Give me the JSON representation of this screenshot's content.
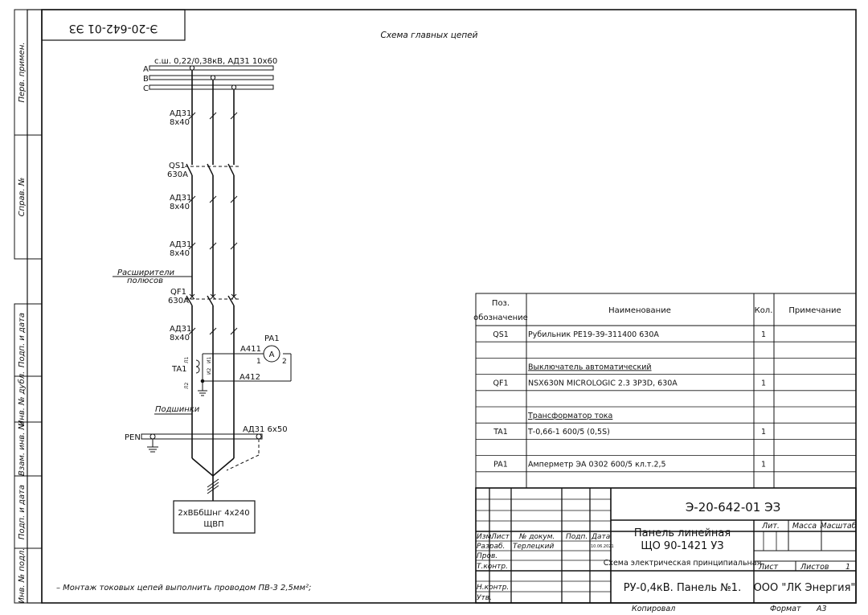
{
  "stamp_code_rotated": "Э-20-642-01 ЭЗ",
  "sheet_title": "Схема главных цепей",
  "side_labels": [
    "Перв. примен.",
    "Справ. №",
    "Подп. и дата",
    "Инв. № дубл.",
    "Взам. инв. №",
    "Подп. и дата",
    "Инв. № подл."
  ],
  "busbar": {
    "label": "с.ш. 0,22/0,38кВ, АД31 10х60",
    "phases": [
      "A",
      "B",
      "C"
    ]
  },
  "schematic": {
    "cable1": [
      "АД31",
      "8х40"
    ],
    "qs1": [
      "QS1",
      "630А"
    ],
    "cable2": [
      "АД31",
      "8х40"
    ],
    "cable3": [
      "АД31",
      "8х40"
    ],
    "expanders": [
      "Расширители",
      "полюсов"
    ],
    "qf1": [
      "QF1",
      "630А"
    ],
    "cable4": [
      "АД31",
      "8х40"
    ],
    "pa1": "PA1",
    "ammeter_symbol": "A",
    "pin1": "1",
    "pin2": "2",
    "a411": "А411",
    "a412": "А412",
    "ta1": "TA1",
    "ta_terminals": [
      "И1",
      "И2",
      "Л1",
      "Л2"
    ],
    "bushings": "Подшинки",
    "pen": "PEN",
    "pen_cable": "АД31 6х50",
    "outgoing_cable": [
      "2хВБбШнг 4х240",
      "ЩВП"
    ]
  },
  "note": "– Монтаж токовых цепей выполнить проводом ПВ-3 2,5мм²;",
  "spec_table": {
    "headers": {
      "pos": [
        "Поз.",
        "обозначение"
      ],
      "name": "Наименование",
      "qty": "Кол.",
      "note": "Примечание"
    },
    "rows": [
      {
        "pos": "QS1",
        "name": "Рубильник РЕ19-39-311400 630А",
        "qty": "1",
        "underline": false
      },
      {
        "pos": "",
        "name": "",
        "qty": "",
        "underline": false
      },
      {
        "pos": "",
        "name": "Выключатель автоматический",
        "qty": "",
        "underline": true
      },
      {
        "pos": "QF1",
        "name": "NSX630N MICROLOGIC 2.3 3P3D, 630А",
        "qty": "1",
        "underline": false
      },
      {
        "pos": "",
        "name": "",
        "qty": "",
        "underline": false
      },
      {
        "pos": "",
        "name": "Трансформатор тока",
        "qty": "",
        "underline": true
      },
      {
        "pos": "TA1",
        "name": "Т-0,66-1 600/5 (0,5S)",
        "qty": "1",
        "underline": false
      },
      {
        "pos": "",
        "name": "",
        "qty": "",
        "underline": false
      },
      {
        "pos": "PA1",
        "name": "Амперметр ЭА 0302 600/5 кл.т.2,5",
        "qty": "1",
        "underline": false
      },
      {
        "pos": "",
        "name": "",
        "qty": "",
        "underline": false
      }
    ]
  },
  "title_block": {
    "code": "Э-20-642-01 ЭЗ",
    "col_headers": [
      "Изм.",
      "Лист",
      "№ докум.",
      "Подп.",
      "Дата"
    ],
    "roles": [
      "Разраб.",
      "Пров.",
      "Т.контр.",
      "",
      "Н.контр.",
      "Утв."
    ],
    "developer": "Терлецкий",
    "date": "10.06.2021",
    "product": [
      "Панель линейная",
      "ЩО 90-1421 УЗ"
    ],
    "doc_type": "Схема электрическая принципиальная",
    "lit_headers": [
      "Лит.",
      "Масса",
      "Масштаб"
    ],
    "sheet_label": "Лист",
    "sheets_label": "Листов",
    "sheets_count": "1",
    "object": "РУ-0,4кВ. Панель №1.",
    "company": "ООО \"ЛК Энергия\"",
    "copied": "Копировал",
    "format_label": "Формат",
    "format": "А3"
  }
}
